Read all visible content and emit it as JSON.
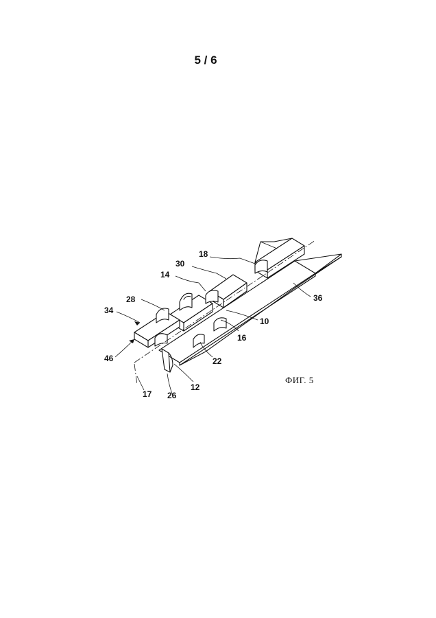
{
  "header": {
    "sheet_number": "5 / 6"
  },
  "figure": {
    "caption": "ФИГ. 5",
    "reference_numerals": [
      "18",
      "30",
      "14",
      "28",
      "34",
      "36",
      "10",
      "16",
      "46",
      "22",
      "17",
      "26",
      "12"
    ]
  }
}
